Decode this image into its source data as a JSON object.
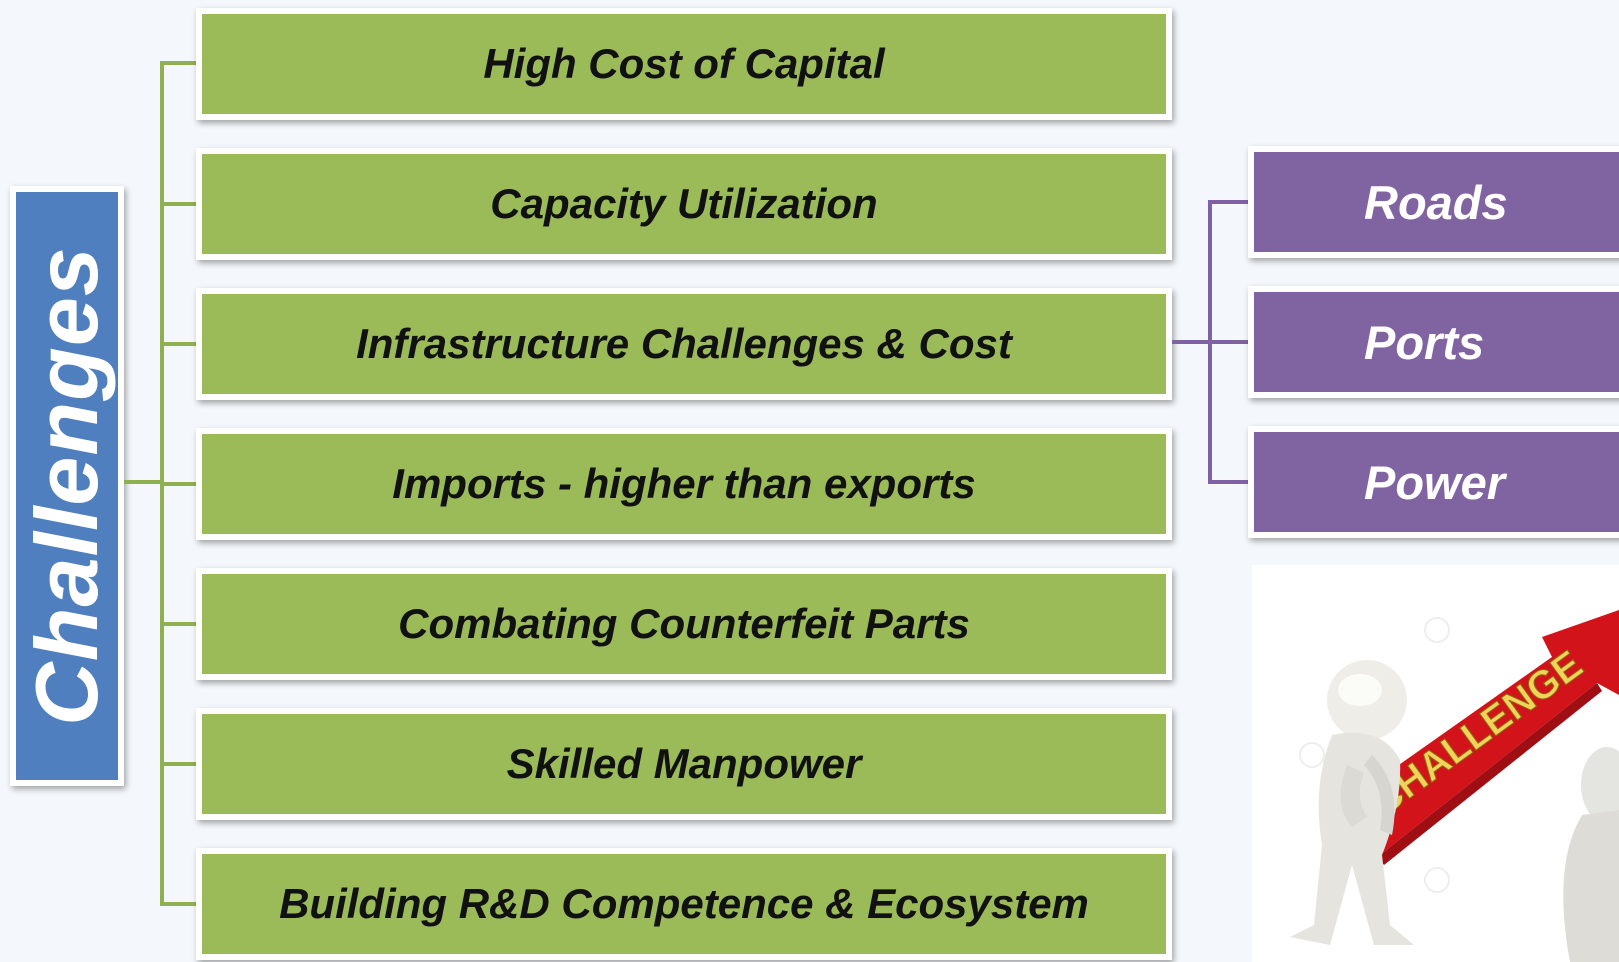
{
  "root": {
    "label": "Challenges",
    "color": "#4f7fbf"
  },
  "challenges": [
    {
      "label": "High Cost of Capital"
    },
    {
      "label": "Capacity Utilization"
    },
    {
      "label": "Infrastructure Challenges & Cost"
    },
    {
      "label": "Imports - higher than exports"
    },
    {
      "label": "Combating Counterfeit Parts"
    },
    {
      "label": "Skilled Manpower"
    },
    {
      "label": "Building R&D Competence & Ecosystem"
    }
  ],
  "infrastructure": [
    {
      "label": "Roads"
    },
    {
      "label": "Ports"
    },
    {
      "label": "Power"
    }
  ],
  "illustration": {
    "arrow_text": "CHALLENGE",
    "icon": "person-carrying-arrow-illustration"
  },
  "colors": {
    "green": "#9bbb59",
    "purple": "#8064a2",
    "blue": "#4f7fbf",
    "arrow_red": "#d2141a",
    "arrow_text": "#f3d25a"
  }
}
